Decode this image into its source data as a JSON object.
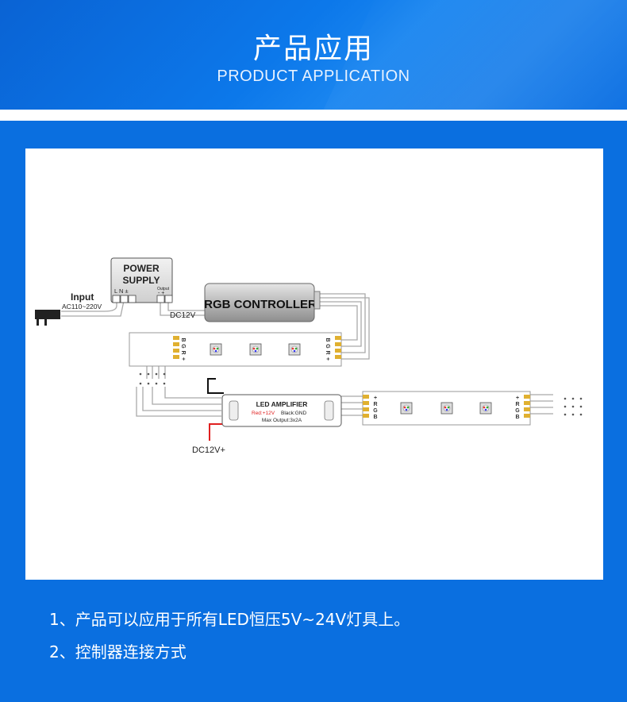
{
  "header": {
    "title": "产品应用",
    "subtitle": "PRODUCT APPLICATION"
  },
  "diagram": {
    "power_supply": {
      "line1": "POWER",
      "line2": "SUPPLY",
      "terminals": "L  N  ±",
      "output": "Output",
      "output_terms": "-  +"
    },
    "input": {
      "label": "Input",
      "voltage": "AC110~220V"
    },
    "controller": {
      "label": "RGB CONTROLLER",
      "voltage": "DC12V"
    },
    "strip1_pins": [
      "B",
      "G",
      "R",
      "+"
    ],
    "amplifier": {
      "title": "LED AMPLIFIER",
      "red_label": "Red:+12V",
      "black_label": "Black:GND",
      "max_output": "Max Output:3x2A"
    },
    "amp_supply": "DC12V+",
    "strip2_pins": [
      "+",
      "R",
      "G",
      "B"
    ]
  },
  "notes": [
    "1、产品可以应用于所有LED恒压5V~24V灯具上。",
    "2、控制器连接方式"
  ]
}
